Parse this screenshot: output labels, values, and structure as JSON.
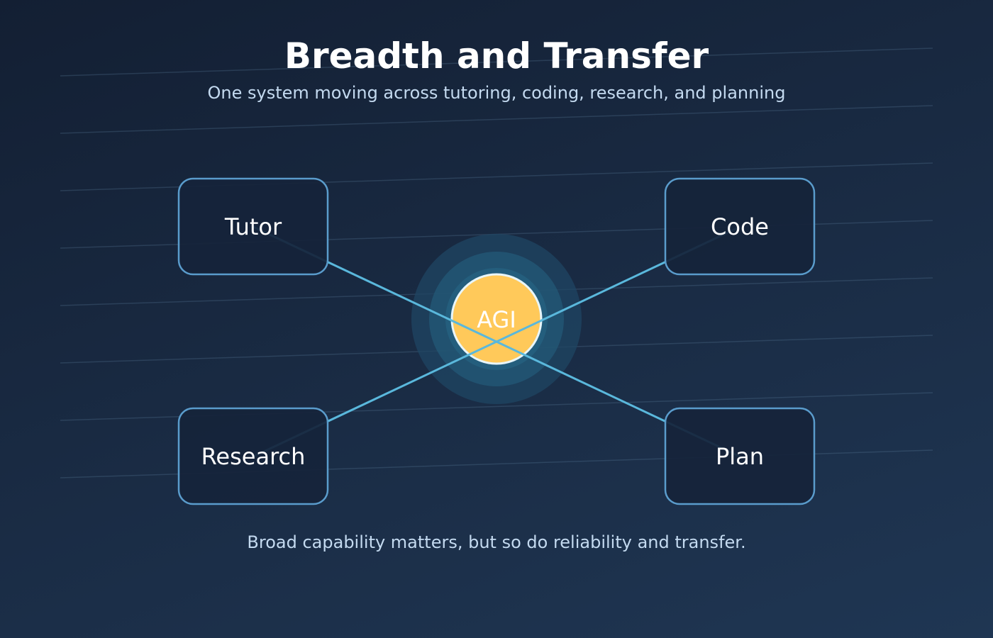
{
  "title": "Breadth and Transfer",
  "subtitle": "One system moving across tutoring, coding, research, and planning",
  "center": {
    "label": "AGI",
    "color": "#ffc95a"
  },
  "nodes": [
    {
      "label": "Tutor"
    },
    {
      "label": "Code"
    },
    {
      "label": "Research"
    },
    {
      "label": "Plan"
    }
  ],
  "caption": "Broad capability matters, but so do reliability and transfer.",
  "colors": {
    "edge": "#5ab8dc",
    "node_border": "#5a9ccc",
    "node_fill": "#15243a"
  }
}
